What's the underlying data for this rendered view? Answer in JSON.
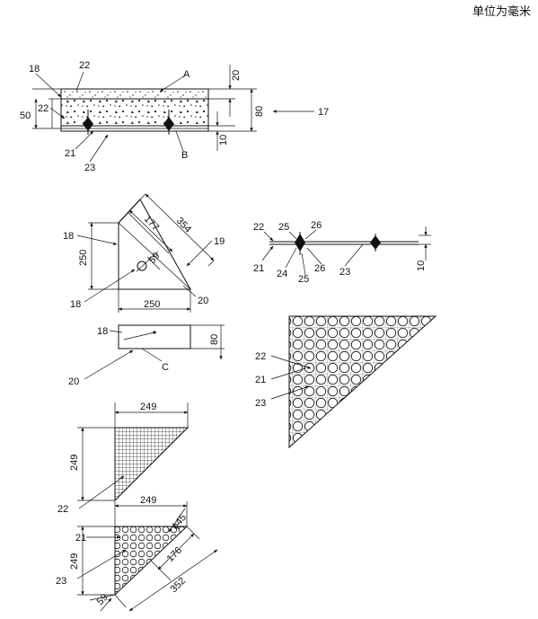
{
  "unit_note": "单位为毫米",
  "top_view": {
    "labels": {
      "l18": "18",
      "l22a": "22",
      "lA": "A",
      "l22b": "22",
      "l21": "21",
      "l23": "23",
      "lB": "B",
      "l17": "17"
    },
    "dims": {
      "d20": "20",
      "d50": "50",
      "d22": "22",
      "d80": "80",
      "d10": "10"
    }
  },
  "triangle_view": {
    "labels": {
      "l18a": "18",
      "l18b": "18",
      "l19": "19",
      "l20": "20"
    },
    "dims": {
      "d177": "177",
      "d354": "354",
      "d250v": "250",
      "d59": "59",
      "d250h": "250"
    }
  },
  "side_view": {
    "labels": {
      "l18": "18",
      "l20": "20",
      "lC": "C"
    },
    "dims": {
      "d80": "80"
    }
  },
  "bolt_view": {
    "labels": {
      "l22": "22",
      "l25a": "25",
      "l26a": "26",
      "l21": "21",
      "l24": "24",
      "l25b": "25",
      "l26b": "26",
      "l23": "23"
    },
    "dims": {
      "d10": "10"
    }
  },
  "circle_triangle_view": {
    "labels": {
      "l22": "22",
      "l21": "21",
      "l23": "23"
    }
  },
  "grid_triangle_view": {
    "labels": {
      "l22": "22"
    },
    "dims": {
      "d249h": "249",
      "d249v": "249"
    }
  },
  "hole_triangle_view": {
    "labels": {
      "l21": "21",
      "l23": "23"
    },
    "dims": {
      "d249h": "249",
      "d249v": "249",
      "d45": "ϕ45",
      "d176": "176",
      "d352": "352",
      "d59": "59"
    }
  }
}
